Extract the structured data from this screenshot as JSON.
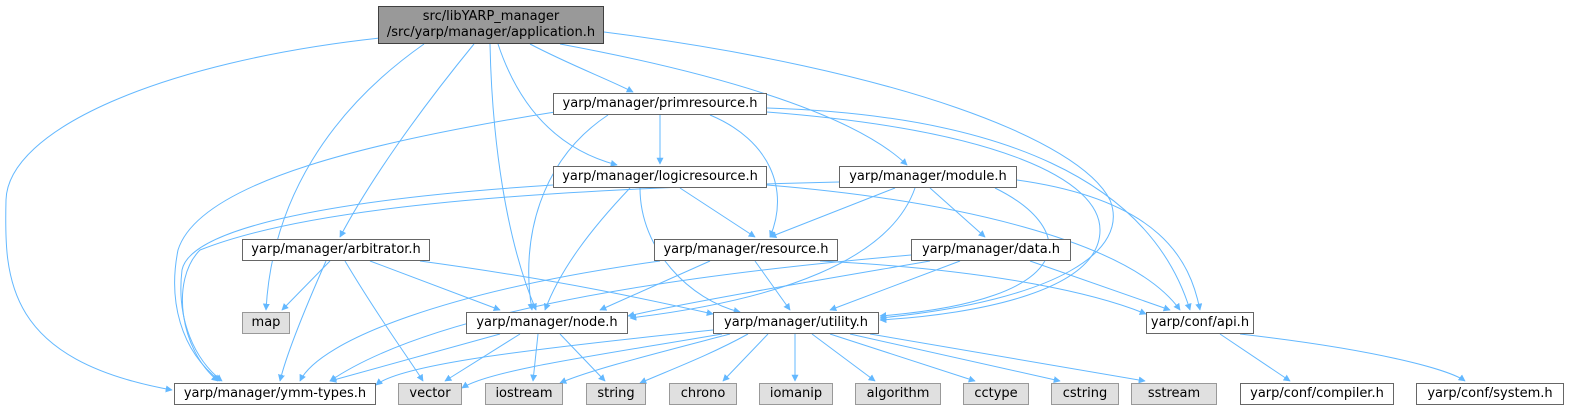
{
  "root": {
    "line1": "src/libYARP_manager",
    "line2": "/src/yarp/manager/application.h"
  },
  "nodes": {
    "primresource": "yarp/manager/primresource.h",
    "logicresource": "yarp/manager/logicresource.h",
    "module": "yarp/manager/module.h",
    "arbitrator": "yarp/manager/arbitrator.h",
    "resource": "yarp/manager/resource.h",
    "data": "yarp/manager/data.h",
    "map": "map",
    "node": "yarp/manager/node.h",
    "utility": "yarp/manager/utility.h",
    "api": "yarp/conf/api.h",
    "ymmtypes": "yarp/manager/ymm-types.h",
    "vector": "vector",
    "iostream": "iostream",
    "string": "string",
    "chrono": "chrono",
    "iomanip": "iomanip",
    "algorithm": "algorithm",
    "cctype": "cctype",
    "cstring": "cstring",
    "sstream": "sstream",
    "compiler": "yarp/conf/compiler.h",
    "system": "yarp/conf/system.h"
  },
  "colors": {
    "edge": "#63b8ff",
    "node_border": "#666666",
    "system_header_fill": "#e0e0e0",
    "root_fill": "#999999"
  }
}
